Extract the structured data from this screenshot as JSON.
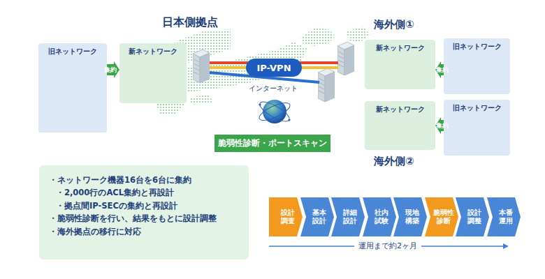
{
  "diagram": {
    "nodes": [
      {
        "text": [
          "旧ネットワーク"
        ]
      },
      {
        "text": [
          "新ネットワーク"
        ]
      },
      {
        "text": [
          "IP-VPN"
        ]
      },
      {
        "text": [
          "新ネットワーク"
        ]
      },
      {
        "text": [
          "旧ネットワーク"
        ]
      },
      {
        "text": [
          "脆弱性診断・ポートスキャン"
        ]
      },
      {
        "text": [
          "新ネットワーク"
        ]
      },
      {
        "text": [
          "旧ネットワーク"
        ]
      },
      {
        "text": [
          "・ネットワーク機器16台を6台に集約",
          "・2,000行のACL集約と再設計",
          "・拠点間IP-SECの集約と再設計",
          "・脆弱性診断を行い、結果をもとに設計調整",
          "・海外拠点の移行に対応"
        ]
      },
      {
        "text": [
          "設計 調査"
        ]
      },
      {
        "text": [
          "基本 設計"
        ]
      },
      {
        "text": [
          "詳細 設計"
        ]
      },
      {
        "text": [
          "社内 試験"
        ]
      },
      {
        "text": [
          "現地 構築"
        ]
      },
      {
        "text": [
          "脆弱性 診断"
        ]
      },
      {
        "text": [
          "設計 調整"
        ]
      },
      {
        "text": [
          "本番 運用"
        ]
      }
    ],
    "edges": [
      {
        "from": 0,
        "to": 1,
        "arrow": "to",
        "label": "集約"
      },
      {
        "from": 4,
        "to": 3,
        "arrow": "to",
        "label": "集約"
      },
      {
        "from": 7,
        "to": 6,
        "arrow": "to",
        "label": "集約"
      }
    ],
    "labels": [
      "日本側拠点",
      "海外側①",
      "インターネット",
      "海外側②",
      "運用まで約2ヶ月"
    ]
  }
}
